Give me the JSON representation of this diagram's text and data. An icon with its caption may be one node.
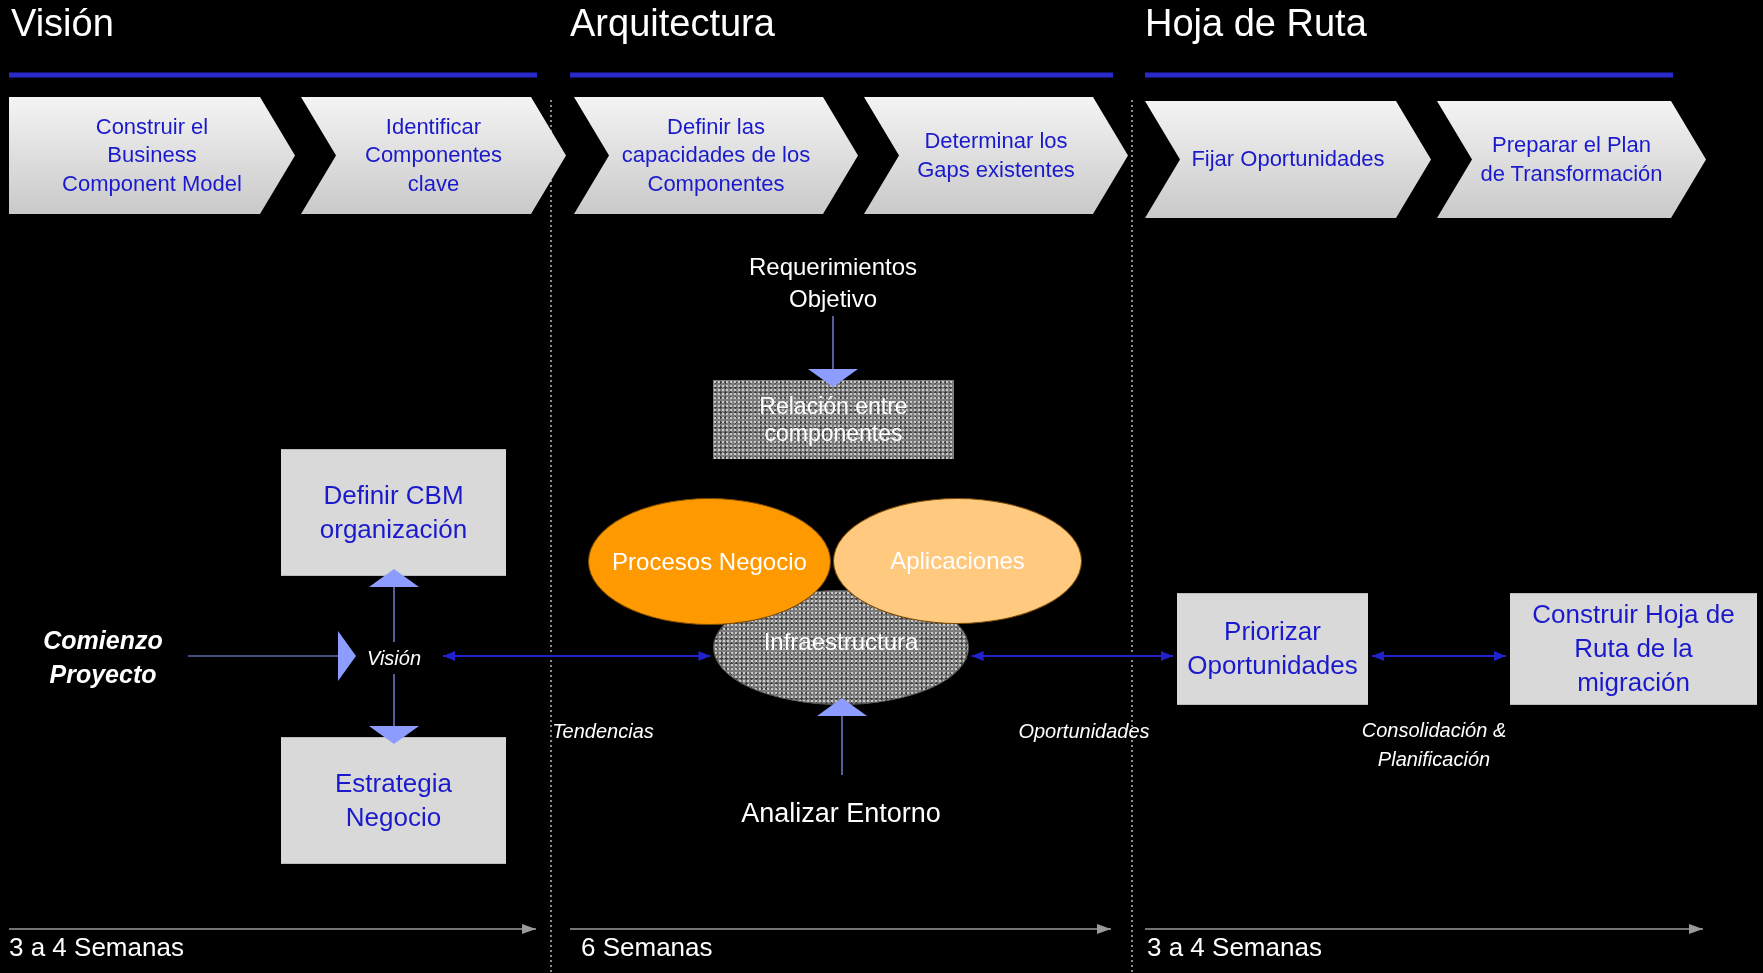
{
  "diagram": {
    "nodes": [
      {
        "text": [
          "Construir el Business Component Model"
        ]
      },
      {
        "text": [
          "Identificar Componentes clave"
        ]
      },
      {
        "text": [
          "Definir las capacidades de los Componentes"
        ]
      },
      {
        "text": [
          "Determinar los Gaps existentes"
        ]
      },
      {
        "text": [
          "Fijar Oportunidades"
        ]
      },
      {
        "text": [
          "Preparar el Plan de Transformación"
        ]
      },
      {
        "text": [
          "Requerimientos Objetivo"
        ]
      },
      {
        "text": [
          "Relación entre componentes"
        ]
      },
      {
        "text": [
          "Definir CBM organización"
        ]
      },
      {
        "text": [
          "Procesos Negocio"
        ]
      },
      {
        "text": [
          "Aplicaciones"
        ]
      },
      {
        "text": [
          "Comienzo Proyecto"
        ]
      },
      {
        "text": [
          "Visión"
        ]
      },
      {
        "text": [
          "Infraestructura"
        ]
      },
      {
        "text": [
          "Priorizar Oportunidades"
        ]
      },
      {
        "text": [
          "Construir Hoja de Ruta de la migración"
        ]
      },
      {
        "text": [
          "Estrategia Negocio"
        ]
      },
      {
        "text": [
          "Analizar Entorno"
        ]
      }
    ],
    "edges": [
      {
        "from": 11,
        "to": 12,
        "arrow": "to"
      },
      {
        "from": 12,
        "to": 8,
        "arrow": "to"
      },
      {
        "from": 12,
        "to": 16,
        "arrow": "to"
      },
      {
        "from": 6,
        "to": 7,
        "arrow": "to"
      },
      {
        "from": 17,
        "to": 13,
        "arrow": "to"
      },
      {
        "from": 12,
        "to": 13,
        "arrow": "both",
        "label": "Tendencias",
        "color": "#2222cc"
      },
      {
        "from": 13,
        "to": 14,
        "arrow": "both",
        "label": "Oportunidades",
        "color": "#2222cc"
      },
      {
        "from": 14,
        "to": 15,
        "arrow": "both",
        "label": "Consolidación & Planificación",
        "color": "#2222cc"
      }
    ],
    "labels": [
      "Visión",
      "Arquitectura",
      "Hoja de Ruta",
      "3 a 4 Semanas",
      "6 Semanas",
      "3 a 4 Semanas"
    ]
  }
}
